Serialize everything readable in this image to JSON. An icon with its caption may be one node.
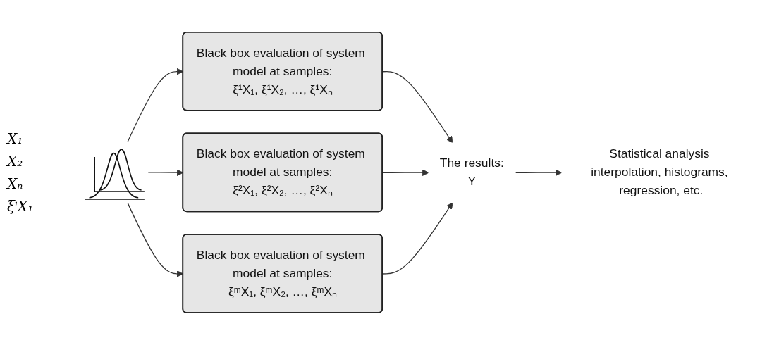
{
  "diagram": {
    "nodes": [
      {
        "text": [],
        "shape": "picture"
      },
      {
        "text": [
          "Black box evaluation of system model at samples:",
          "ξ¹X₁, ξ¹X₂, …, ξ¹Xₙ"
        ]
      },
      {
        "text": [
          "Black box evaluation of system model at samples:",
          "ξ²X₁, ξ²X₂, …, ξ²Xₙ"
        ]
      },
      {
        "text": [
          "Black box evaluation of system model at samples:",
          "ξᵐX₁, ξᵐX₂, …, ξᵐXₙ"
        ]
      },
      {
        "text": [
          "The results:",
          "Y"
        ]
      },
      {
        "text": [
          "Statistical analysis interpolation, histograms, regression, etc."
        ]
      }
    ],
    "edges": [
      {
        "from": 0,
        "to": 1,
        "arrow": "to"
      },
      {
        "from": 0,
        "to": 2,
        "arrow": "to"
      },
      {
        "from": 0,
        "to": 3,
        "arrow": "to"
      },
      {
        "from": 1,
        "to": 4,
        "arrow": "to"
      },
      {
        "from": 2,
        "to": 4,
        "arrow": "to"
      },
      {
        "from": 3,
        "to": 4,
        "arrow": "to"
      },
      {
        "from": 4,
        "to": 5,
        "arrow": "to"
      }
    ],
    "labels": [
      "X₁",
      "X₂",
      "Xₙ",
      "ξⁱX₁"
    ]
  }
}
